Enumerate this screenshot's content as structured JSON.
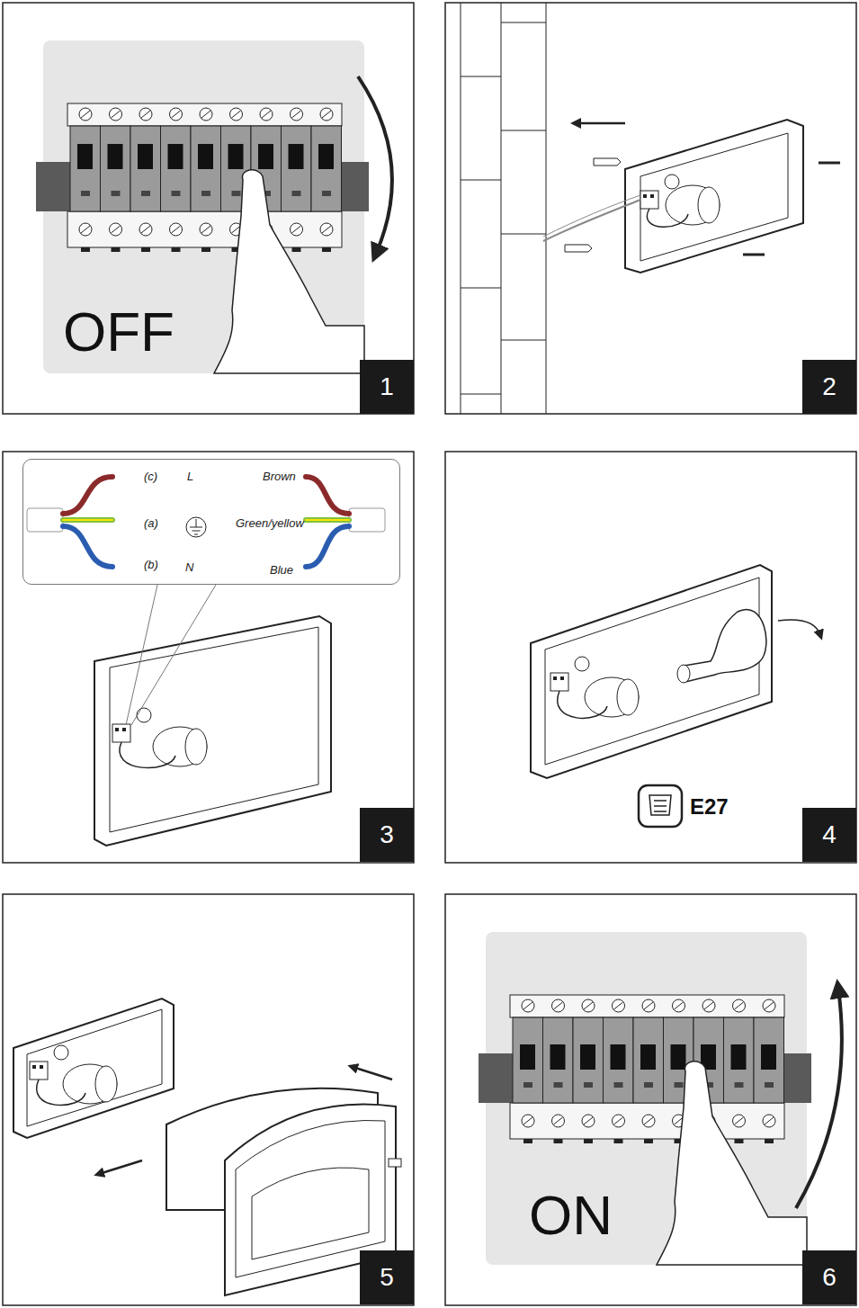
{
  "diagram": {
    "nodes": [
      {
        "text": [
          "1"
        ]
      },
      {
        "text": [
          "2"
        ]
      },
      {
        "text": [
          "(c)",
          "L",
          "Brown",
          "(a)",
          "Green/yellow",
          "(b)",
          "N",
          "Blue"
        ]
      },
      {
        "text": [
          "3"
        ]
      },
      {
        "text": [
          "4"
        ]
      },
      {
        "text": [
          "5"
        ]
      },
      {
        "text": [
          "6"
        ]
      }
    ],
    "labels": [
      "OFF",
      "E27",
      "ON"
    ]
  }
}
